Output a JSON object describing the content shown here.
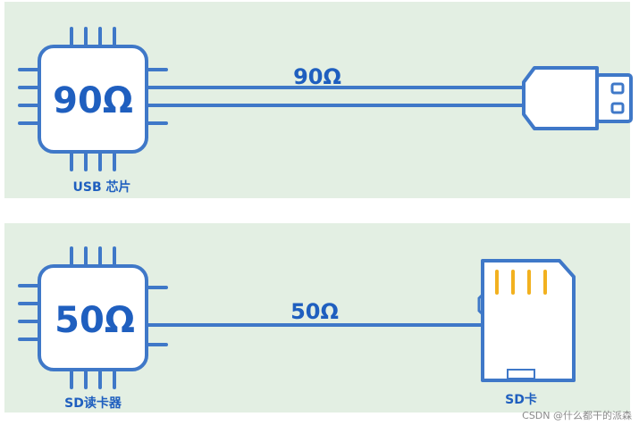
{
  "top": {
    "chip_value": "90Ω",
    "chip_caption": "USB 芯片",
    "line_value": "90Ω",
    "device_icon": "usb-plug-icon"
  },
  "bottom": {
    "chip_value": "50Ω",
    "chip_caption": "SD读卡器",
    "line_value": "50Ω",
    "device_caption": "SD卡",
    "device_icon": "sd-card-icon"
  },
  "colors": {
    "panel": "#e3efe3",
    "stroke": "#3f78c8",
    "text": "#1f5fbf",
    "sd_contacts": "#f2b11f"
  },
  "watermark": "CSDN @什么都干的派森"
}
